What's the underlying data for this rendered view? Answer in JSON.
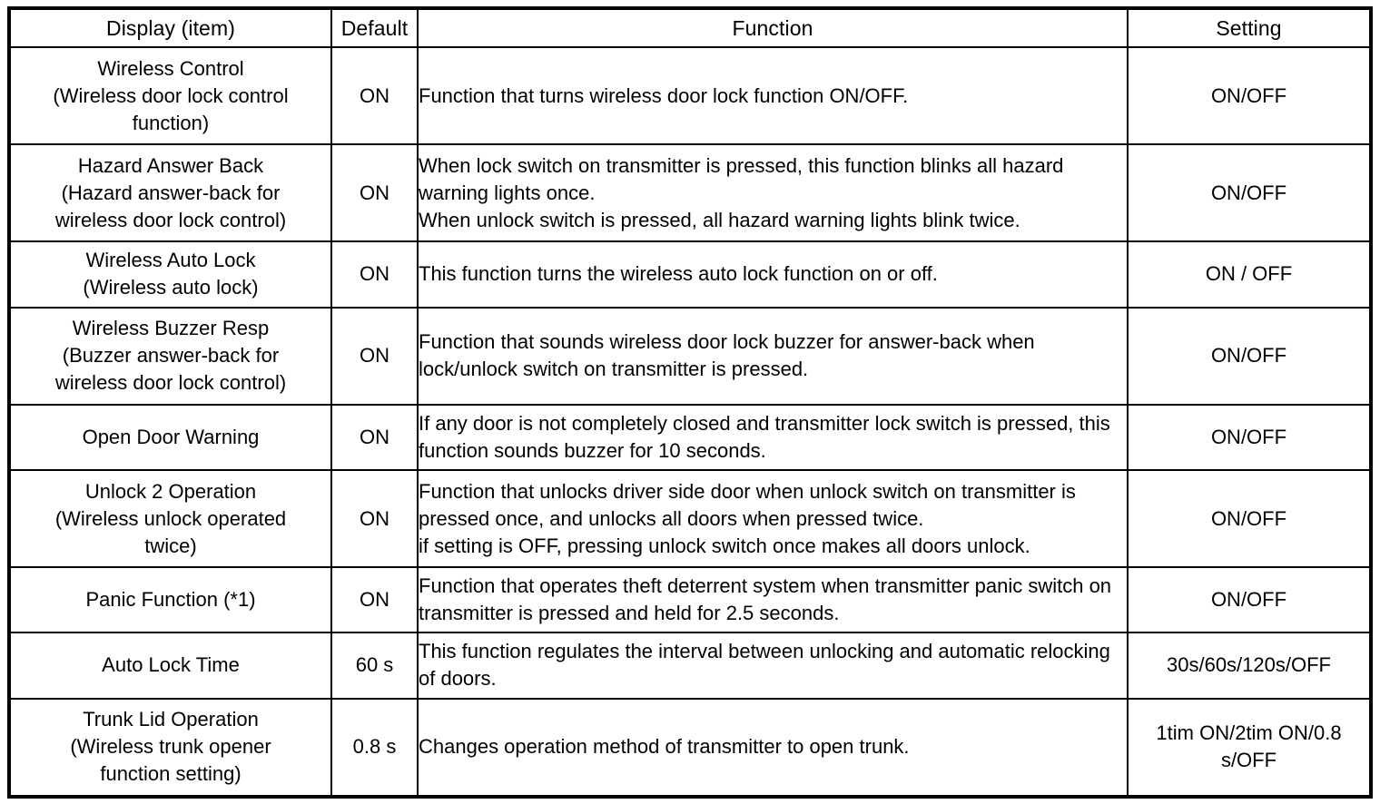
{
  "table": {
    "headers": {
      "display": "Display (item)",
      "default": "Default",
      "function": "Function",
      "setting": "Setting"
    },
    "rows": [
      {
        "display_lines": [
          "Wireless Control",
          "(Wireless door lock control",
          "function)"
        ],
        "default": "ON",
        "function_lines": [
          "Function that turns wireless door lock function ON/OFF."
        ],
        "setting": "ON/OFF"
      },
      {
        "display_lines": [
          "Hazard Answer Back",
          "(Hazard answer-back for",
          "wireless door lock control)"
        ],
        "default": "ON",
        "function_lines": [
          "When lock switch on transmitter is pressed, this function blinks all hazard warning lights once.",
          "When unlock switch is pressed, all hazard warning lights blink twice."
        ],
        "setting": "ON/OFF"
      },
      {
        "display_lines": [
          "Wireless Auto Lock",
          "(Wireless auto lock)"
        ],
        "default": "ON",
        "function_lines": [
          "This function turns the wireless auto lock function on or off."
        ],
        "setting": "ON / OFF"
      },
      {
        "display_lines": [
          "Wireless Buzzer Resp",
          "(Buzzer answer-back for",
          "wireless door lock control)"
        ],
        "default": "ON",
        "function_lines": [
          "Function that sounds wireless door lock buzzer for answer-back when lock/unlock switch on transmitter is pressed."
        ],
        "setting": "ON/OFF"
      },
      {
        "display_lines": [
          "Open Door Warning"
        ],
        "default": "ON",
        "function_lines": [
          "If any door is not completely closed and transmitter lock switch is pressed, this function sounds buzzer for 10 seconds."
        ],
        "setting": "ON/OFF"
      },
      {
        "display_lines": [
          "Unlock 2 Operation",
          "(Wireless unlock operated",
          "twice)"
        ],
        "default": "ON",
        "function_lines": [
          "Function that unlocks driver side door when unlock switch on transmitter is pressed once, and unlocks all doors when pressed twice.",
          "if setting is OFF, pressing unlock switch once makes all doors unlock."
        ],
        "setting": "ON/OFF"
      },
      {
        "display_lines": [
          "Panic Function (*1)"
        ],
        "default": "ON",
        "function_lines": [
          "Function that operates theft deterrent system when transmitter panic switch on transmitter is pressed and held for 2.5 seconds."
        ],
        "setting": "ON/OFF"
      },
      {
        "display_lines": [
          "Auto Lock Time"
        ],
        "default": "60 s",
        "function_lines": [
          "This function regulates the interval between unlocking and automatic relocking of doors."
        ],
        "setting": "30s/60s/120s/OFF"
      },
      {
        "display_lines": [
          "Trunk Lid Operation",
          "(Wireless trunk opener",
          "function setting)"
        ],
        "default": "0.8 s",
        "function_lines": [
          "Changes operation method of transmitter to open trunk."
        ],
        "setting": "1tim ON/2tim ON/0.8 s/OFF"
      }
    ]
  }
}
